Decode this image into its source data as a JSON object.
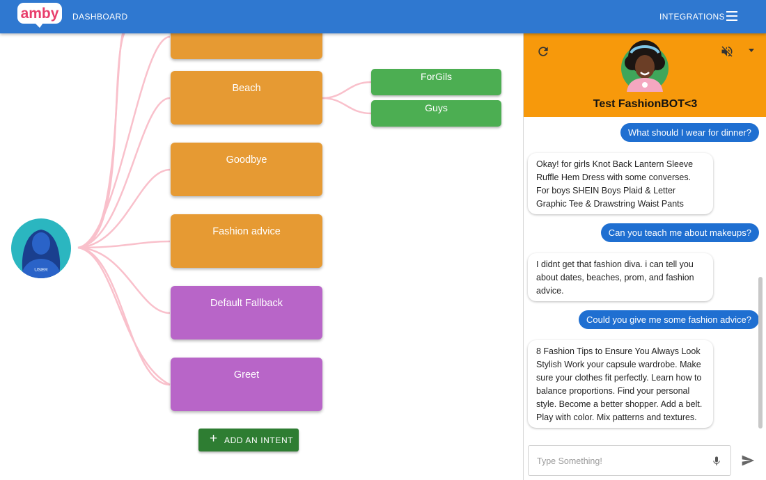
{
  "appbar": {
    "logo_text": "amby",
    "nav_dashboard": "DASHBOARD",
    "nav_integrations": "INTEGRATIONS",
    "menu_icon": "hamburger-menu-icon"
  },
  "tree": {
    "root_label": "USER",
    "intents": [
      {
        "label": "",
        "color": "#e69a33"
      },
      {
        "label": "Beach",
        "color": "#e69a33"
      },
      {
        "label": "Goodbye",
        "color": "#e69a33"
      },
      {
        "label": "Fashion advice",
        "color": "#e69a33"
      },
      {
        "label": "Default Fallback",
        "color": "#b865c8"
      },
      {
        "label": "Greet",
        "color": "#b865c8"
      }
    ],
    "beach_children": [
      {
        "label": "ForGils"
      },
      {
        "label": "Guys"
      }
    ],
    "add_intent_label": "ADD AN INTENT",
    "link_color": "#f9c0cb"
  },
  "chat": {
    "bot_name": "Test FashionBOT<3",
    "header_color": "#f7990b",
    "icons": [
      "refresh-icon",
      "mute-icon",
      "dropdown-caret-icon",
      "microphone-icon",
      "send-icon"
    ],
    "messages": [
      {
        "from": "user",
        "text": "What should I wear for dinner?"
      },
      {
        "from": "bot",
        "text": "Okay!  for girls Knot Back Lantern Sleeve Ruffle Hem Dress with some converses. For boys SHEIN Boys Plaid & Letter Graphic Tee & Drawstring Waist Pants"
      },
      {
        "from": "user",
        "text": "Can you teach me about makeups?"
      },
      {
        "from": "bot",
        "text": "I didnt get that fashion diva. i can tell you about dates, beaches, prom, and fashion advice."
      },
      {
        "from": "user",
        "text": "Could you give me some fashion advice?"
      },
      {
        "from": "bot",
        "text": "8 Fashion Tips to Ensure You Always Look Stylish Work your capsule wardrobe. Make sure your clothes fit perfectly. Learn how to balance proportions. Find your personal style. Become a better shopper. Add a belt. Play with color. Mix patterns and textures."
      }
    ],
    "input_placeholder": "Type Something!",
    "user_bubble_color": "#1f6fd1"
  }
}
